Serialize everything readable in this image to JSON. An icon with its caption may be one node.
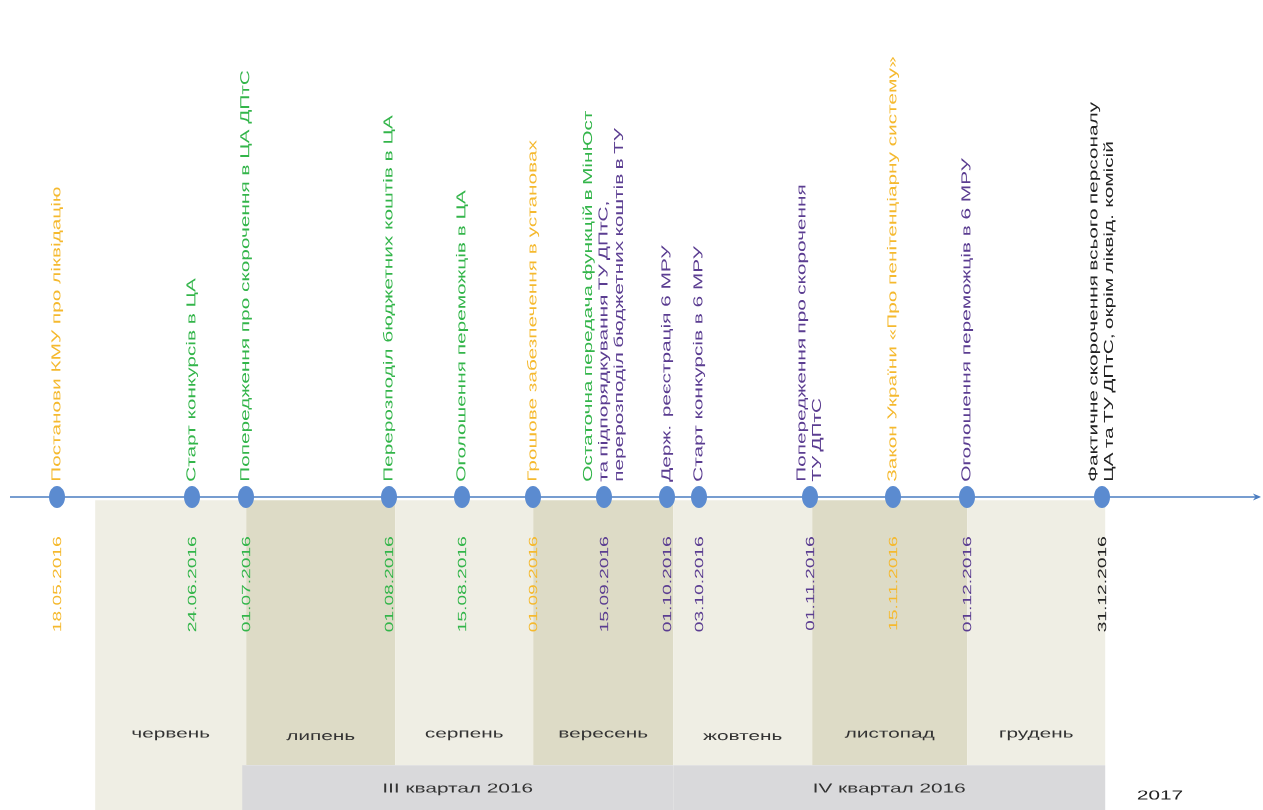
{
  "diagram": {
    "nodes": [
      {
        "text": [
          "Постанови КМУ про ліквідацію"
        ]
      },
      {
        "text": [
          "Старт конкурсів в ЦА"
        ]
      },
      {
        "text": [
          "Попередження про скорочення в ЦА ДПтС"
        ]
      },
      {
        "text": [
          "Перерозподіл бюджетних коштів в ЦА"
        ]
      },
      {
        "text": [
          "Оголошення переможців в ЦА"
        ]
      },
      {
        "text": [
          "Грошове забезпечення в установах"
        ]
      },
      {
        "text": [
          "Остаточна передача функцій в МінЮст",
          "та підпорядкування ТУ ДПтС, перерозподіл бюджетних коштів в ТУ"
        ]
      },
      {
        "text": [
          "Держ. реєстрація 6 МРУ"
        ]
      },
      {
        "text": [
          "Старт конкурсів в 6 МРУ"
        ]
      },
      {
        "text": [
          "Попередження про скорочення ТУ ДПтС"
        ]
      },
      {
        "text": [
          "Закон України «Про пенітенціарну систему»"
        ]
      },
      {
        "text": [
          "Оголошення переможців в 6 МРУ"
        ]
      },
      {
        "text": [
          "Фактичне скорочення всього персоналу ЦА та ТУ ДПтС, окрім ліквід. комісій"
        ]
      },
      {
        "text": [
          "червень"
        ]
      },
      {
        "text": [
          "липень"
        ]
      },
      {
        "text": [
          "серпень"
        ]
      },
      {
        "text": [
          "вересень"
        ]
      },
      {
        "text": [
          "жовтень"
        ]
      },
      {
        "text": [
          "листопад"
        ]
      },
      {
        "text": [
          "грудень"
        ]
      },
      {
        "text": [
          "III квартал 2016"
        ]
      },
      {
        "text": [
          "IV квартал 2016"
        ]
      }
    ],
    "labels": [
      "18.05.2016",
      "24.06.2016",
      "01.07.2016",
      "01.08.2016",
      "15.08.2016",
      "01.09.2016",
      "15.09.2016",
      "01.10.2016",
      "03.10.2016",
      "01.11.2016",
      "15.11.2016",
      "01.12.2016",
      "31.12.2016",
      "2017"
    ]
  }
}
